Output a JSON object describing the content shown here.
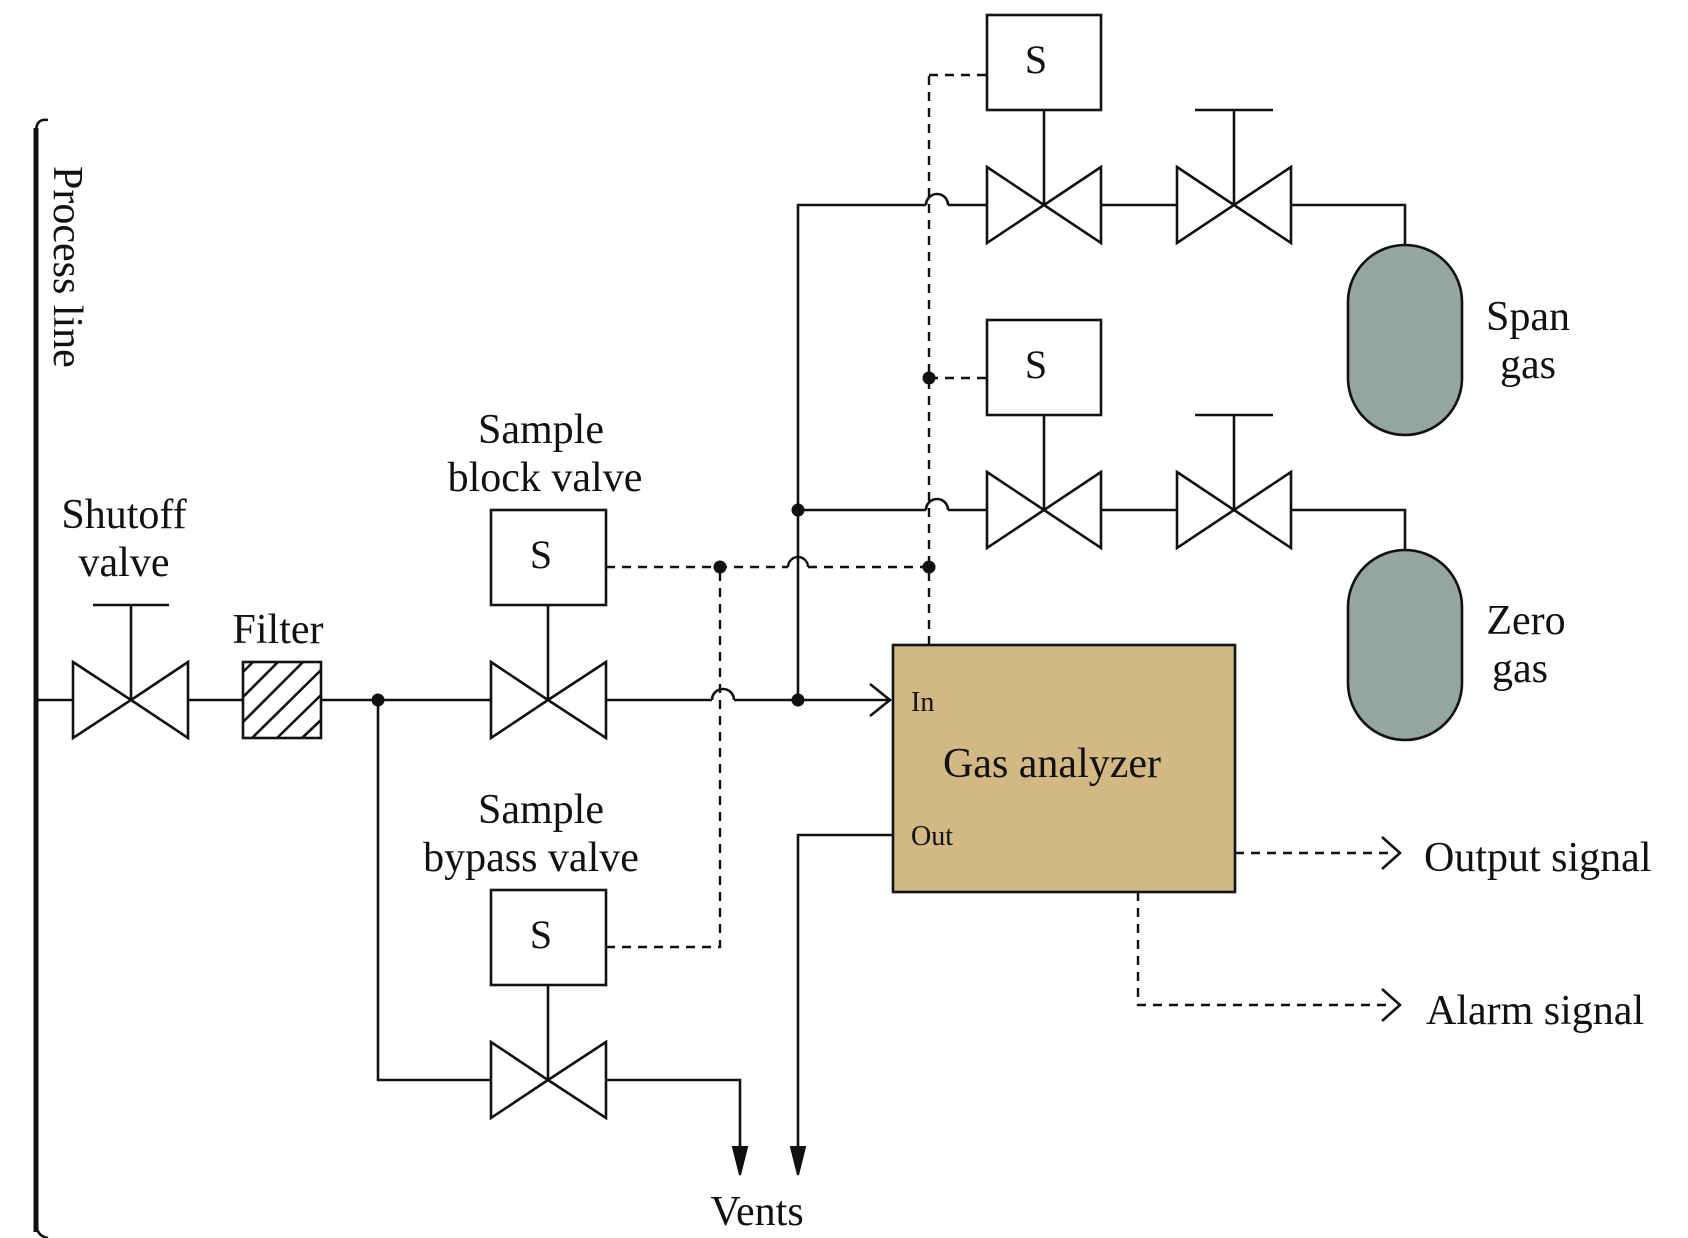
{
  "labels": {
    "process_line": "Process line",
    "shutoff_valve": [
      "Shutoff",
      "valve"
    ],
    "filter": "Filter",
    "sample_block_valve": [
      "Sample",
      "block valve"
    ],
    "sample_bypass_valve": [
      "Sample",
      "bypass valve"
    ],
    "solenoid": "S",
    "gas_analyzer": "Gas analyzer",
    "analyzer_in": "In",
    "analyzer_out": "Out",
    "span_gas": [
      "Span",
      "gas"
    ],
    "zero_gas": [
      "Zero",
      "gas"
    ],
    "output_signal": "Output signal",
    "alarm_signal": "Alarm signal",
    "vents": "Vents"
  },
  "colors": {
    "line": "#111111",
    "analyzer_fill": "#d2b984",
    "cylinder_fill": "#95a5a2",
    "background": "#ffffff"
  }
}
